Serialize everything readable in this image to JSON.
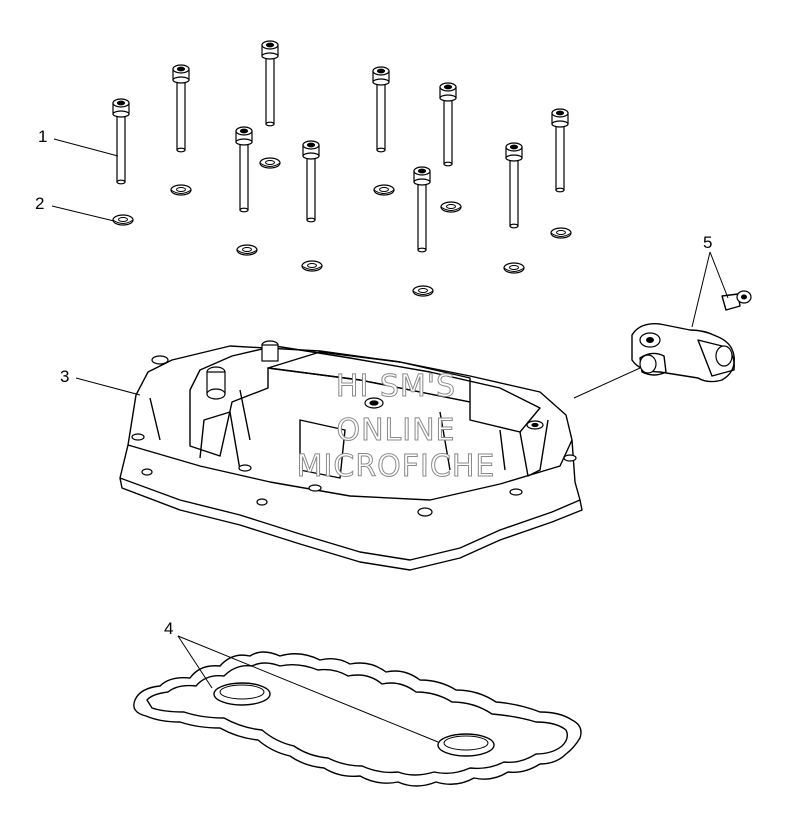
{
  "callouts": {
    "c1": "1",
    "c2": "2",
    "c3": "3",
    "c4": "4",
    "c5": "5"
  },
  "watermark": {
    "line1": "HI SM'S",
    "line2": "ONLINE",
    "line3": "MICROFICHE"
  },
  "colors": {
    "ink": "#000000",
    "part_fill": "#ffffff",
    "shade": "#d9d9d9",
    "watermark": "#8a8a8a"
  }
}
